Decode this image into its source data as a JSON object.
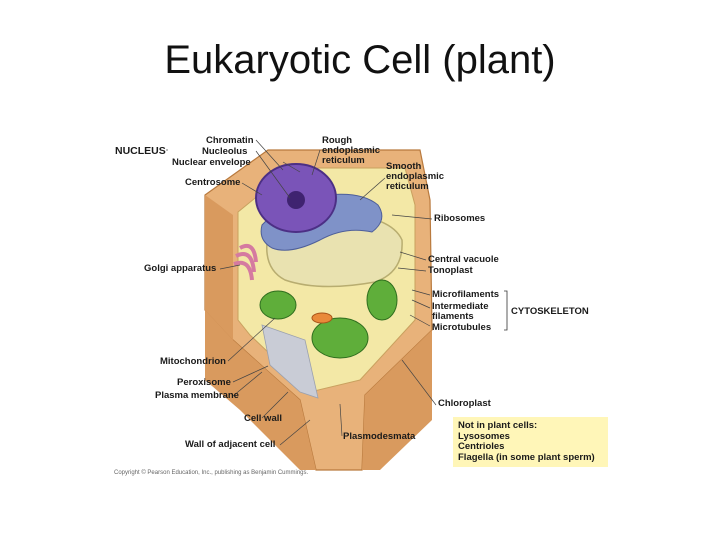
{
  "title": "Eukaryotic Cell (plant)",
  "labels": {
    "nucleus": "NUCLEUS",
    "chromatin": "Chromatin",
    "nucleolus": "Nucleolus",
    "nuclear_envelope": "Nuclear envelope",
    "centrosome": "Centrosome",
    "rough_er": "Rough\nendoplasmic\nreticulum",
    "smooth_er": "Smooth\nendoplasmic\nreticulum",
    "ribosomes": "Ribosomes",
    "golgi": "Golgi apparatus",
    "central_vacuole": "Central vacuole",
    "tonoplast": "Tonoplast",
    "microfilaments": "Microfilaments",
    "intermediate_filaments": "Intermediate\nfilaments",
    "microtubules": "Microtubules",
    "cytoskeleton": "CYTOSKELETON",
    "mitochondrion": "Mitochondrion",
    "peroxisome": "Peroxisome",
    "plasma_membrane": "Plasma membrane",
    "cell_wall": "Cell wall",
    "wall_adjacent": "Wall of adjacent cell",
    "plasmodesmata": "Plasmodesmata",
    "chloroplast": "Chloroplast"
  },
  "note": {
    "lines": [
      "Not in plant cells:",
      "Lysosomes",
      "Centrioles",
      "Flagella (in some plant sperm)"
    ]
  },
  "copyright": "Copyright © Pearson Education, Inc., publishing as Benjamin Cummings.",
  "colors": {
    "cell_wall": "#e8b27a",
    "cytoplasm": "#f3e8a6",
    "nucleus": "#7a54b8",
    "vacuole": "#e9e2b0",
    "er": "#7f92c8",
    "chloroplast": "#5fae3a",
    "golgi": "#d57aa0",
    "note_bg": "#fff6b8"
  }
}
